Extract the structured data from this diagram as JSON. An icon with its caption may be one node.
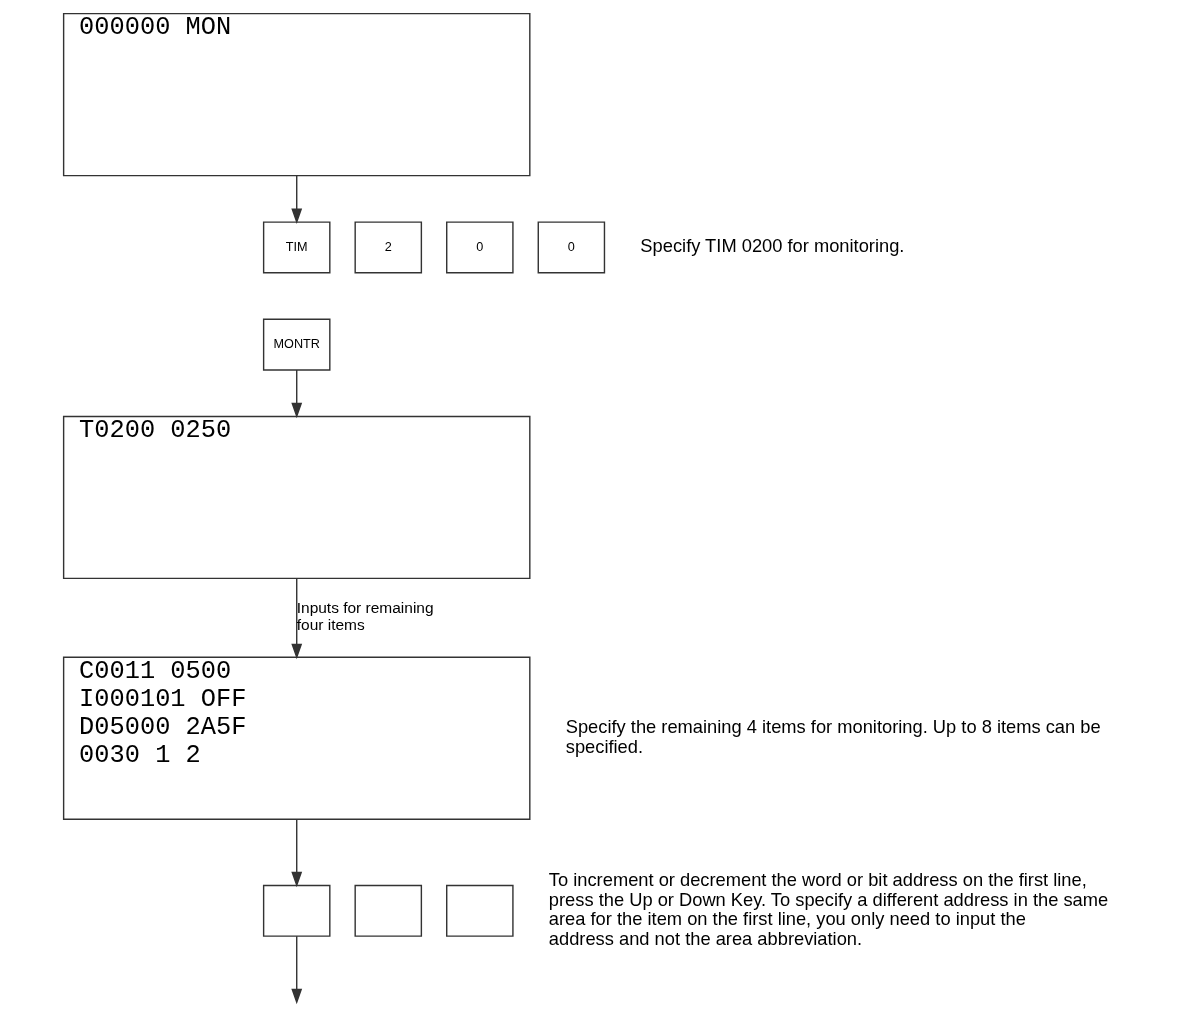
{
  "diagram": {
    "nodes": [
      {
        "text": [
          "000000 MON"
        ]
      },
      {
        "text": [
          "TIM"
        ]
      },
      {
        "text": [
          "2"
        ]
      },
      {
        "text": [
          "0"
        ]
      },
      {
        "text": [
          "0"
        ]
      },
      {
        "text": [
          "MONTR"
        ]
      },
      {
        "text": [
          "T0200 0250"
        ]
      },
      {
        "text": [
          "C0011 0500",
          "I000101 OFF",
          "D05000 2A5F",
          "0030 1 2"
        ]
      },
      {
        "text": [],
        "shape": "box"
      },
      {
        "text": [],
        "shape": "box"
      },
      {
        "text": [],
        "shape": "box"
      }
    ],
    "edges": [
      {
        "from": 0,
        "to": 1,
        "arrow": "to"
      },
      {
        "from": 5,
        "to": 6,
        "arrow": "to"
      },
      {
        "from": 6,
        "to": 7,
        "arrow": "to",
        "label": "Inputs for remaining four items"
      },
      {
        "from": 7,
        "to": 8,
        "arrow": "to"
      },
      {
        "from": 8,
        "to": null,
        "arrow": "to"
      }
    ],
    "labels": [
      "Specify TIM 0200 for monitoring.",
      "Specify the remaining 4 items for monitoring. Up to 8 items can be specified.",
      "To increment or decrement the word or bit address on the first line, press the Up or Down Key. To specify a different address in the same area for the item on the first line, you only need to input the address and not the area abbreviation."
    ]
  }
}
